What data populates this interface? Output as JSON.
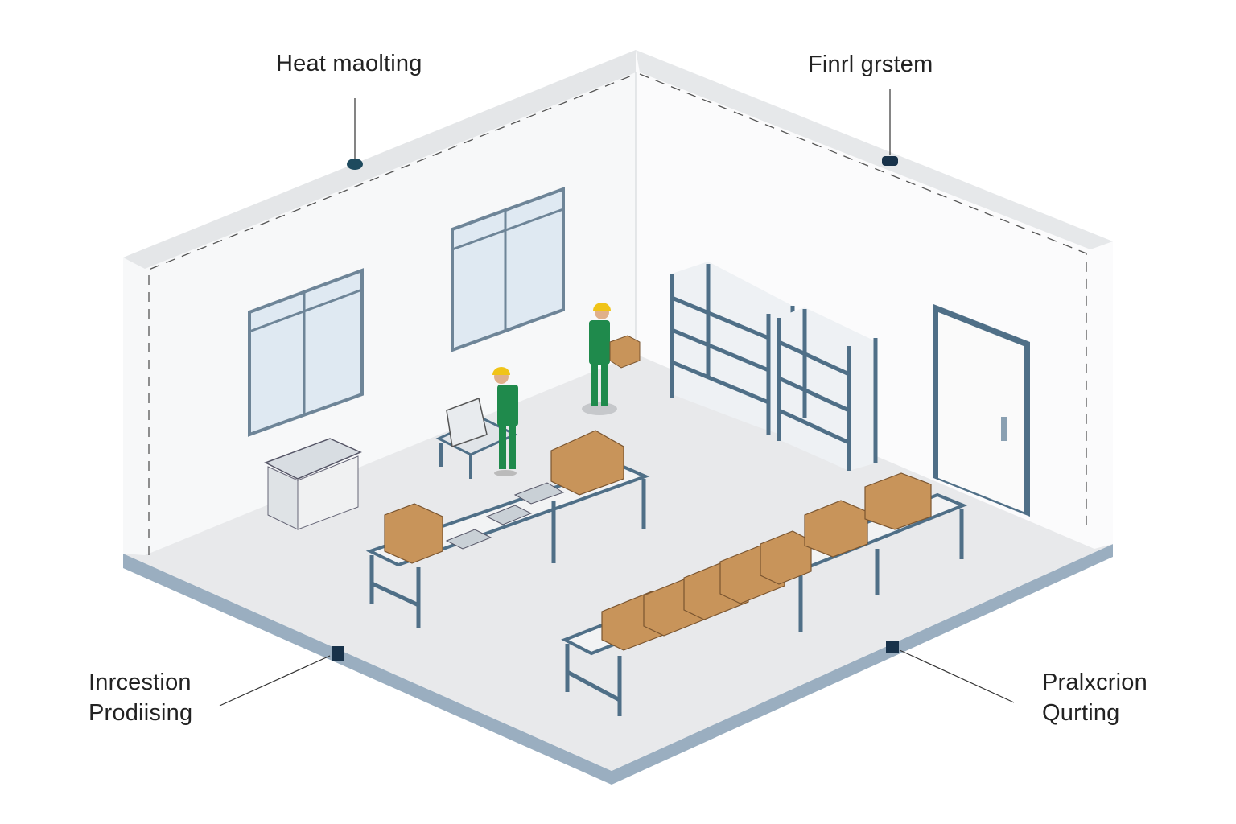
{
  "labels": {
    "top_left": "Heat maolting",
    "top_right": "Finrl grstem",
    "bottom_left_line1": "Inrcestion",
    "bottom_left_line2": "Prodiising",
    "bottom_right_line1": "Pralxcrion",
    "bottom_right_line2": "Qurting"
  },
  "colors": {
    "frame": "#4f6f87",
    "floor_edge": "#9aaec0",
    "worker": "#1f8a4c",
    "helmet": "#f0c419",
    "box": "#c8945a"
  }
}
